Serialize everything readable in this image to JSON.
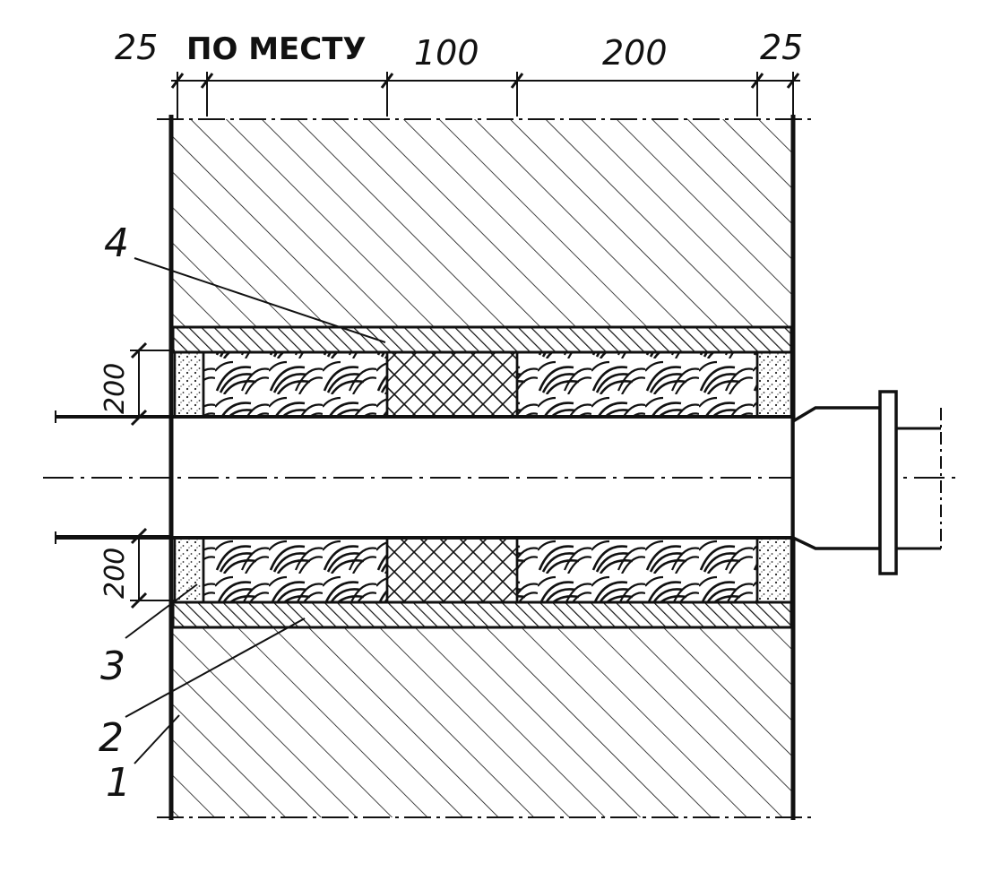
{
  "dimensions_top": {
    "left_edge": "25",
    "in_place": "ПО МЕСТУ",
    "middle": "100",
    "right_span": "200",
    "right_edge": "25"
  },
  "dimensions_side": {
    "upper_gap": "200",
    "lower_gap": "200"
  },
  "callouts": {
    "c1": "1",
    "c2": "2",
    "c3": "3",
    "c4": "4"
  }
}
